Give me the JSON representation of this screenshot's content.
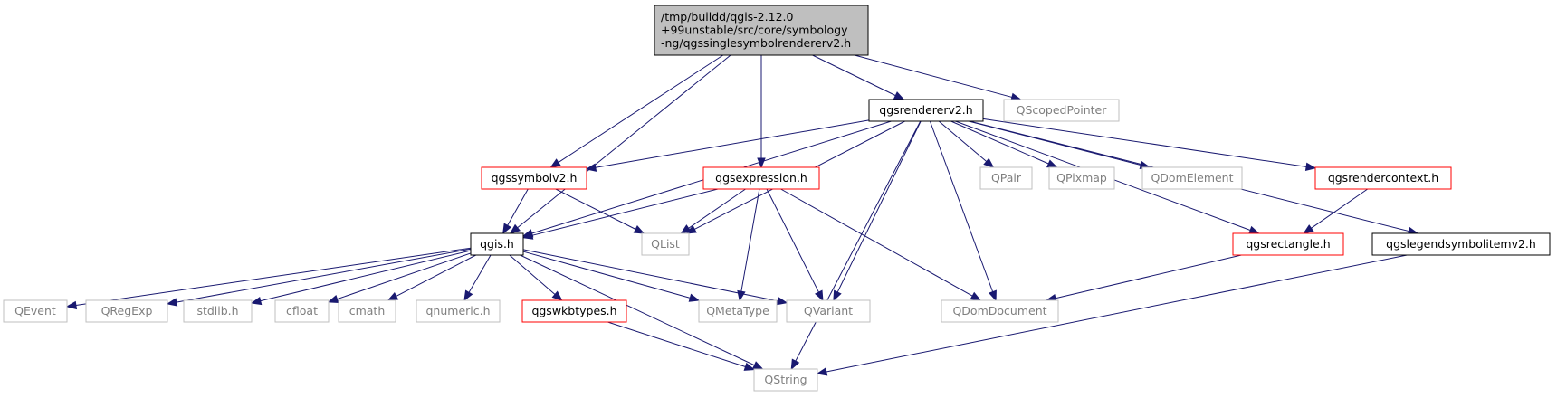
{
  "graph": {
    "edge_color": "#191970",
    "nodes": [
      {
        "id": "root",
        "label": "/tmp/buildd/qgis-2.12.0\n+99unstable/src/core/symbology\n-ng/qgssinglesymbolrendererv2.h",
        "style": "root"
      },
      {
        "id": "qgsrendererv2",
        "label": "qgsrendererv2.h",
        "style": "black"
      },
      {
        "id": "qscopedpointer",
        "label": "QScopedPointer",
        "style": "gray"
      },
      {
        "id": "qgssymbolv2",
        "label": "qgssymbolv2.h",
        "style": "red"
      },
      {
        "id": "qgsexpression",
        "label": "qgsexpression.h",
        "style": "red"
      },
      {
        "id": "qpair",
        "label": "QPair",
        "style": "gray"
      },
      {
        "id": "qpixmap",
        "label": "QPixmap",
        "style": "gray"
      },
      {
        "id": "qdomelement",
        "label": "QDomElement",
        "style": "gray"
      },
      {
        "id": "qgsrendercontext",
        "label": "qgsrendercontext.h",
        "style": "red"
      },
      {
        "id": "qgis",
        "label": "qgis.h",
        "style": "black"
      },
      {
        "id": "qlist",
        "label": "QList",
        "style": "gray"
      },
      {
        "id": "qgsrectangle",
        "label": "qgsrectangle.h",
        "style": "red"
      },
      {
        "id": "qgslegendsymbolitemv2",
        "label": "qgslegendsymbolitemv2.h",
        "style": "black"
      },
      {
        "id": "qevent",
        "label": "QEvent",
        "style": "gray"
      },
      {
        "id": "qregexp",
        "label": "QRegExp",
        "style": "gray"
      },
      {
        "id": "stdlib",
        "label": "stdlib.h",
        "style": "gray"
      },
      {
        "id": "cfloat",
        "label": "cfloat",
        "style": "gray"
      },
      {
        "id": "cmath",
        "label": "cmath",
        "style": "gray"
      },
      {
        "id": "qnumeric",
        "label": "qnumeric.h",
        "style": "gray"
      },
      {
        "id": "qgswkbtypes",
        "label": "qgswkbtypes.h",
        "style": "red"
      },
      {
        "id": "qmetatype",
        "label": "QMetaType",
        "style": "gray"
      },
      {
        "id": "qvariant",
        "label": "QVariant",
        "style": "gray"
      },
      {
        "id": "qdomdocument",
        "label": "QDomDocument",
        "style": "gray"
      },
      {
        "id": "qstring",
        "label": "QString",
        "style": "gray"
      }
    ],
    "edges": [
      [
        "root",
        "qgsrendererv2"
      ],
      [
        "root",
        "qscopedpointer"
      ],
      [
        "root",
        "qgssymbolv2"
      ],
      [
        "root",
        "qgsexpression"
      ],
      [
        "root",
        "qgis"
      ],
      [
        "qgsrendererv2",
        "qgssymbolv2"
      ],
      [
        "qgsrendererv2",
        "qgis"
      ],
      [
        "qgsrendererv2",
        "qlist"
      ],
      [
        "qgsrendererv2",
        "qvariant"
      ],
      [
        "qgsrendererv2",
        "qdomdocument"
      ],
      [
        "qgsrendererv2",
        "qstring"
      ],
      [
        "qgsrendererv2",
        "qpair"
      ],
      [
        "qgsrendererv2",
        "qpixmap"
      ],
      [
        "qgsrendererv2",
        "qdomelement"
      ],
      [
        "qgsrendererv2",
        "qgsrectangle"
      ],
      [
        "qgsrendererv2",
        "qgsrendercontext"
      ],
      [
        "qgsrendererv2",
        "qgslegendsymbolitemv2"
      ],
      [
        "qgssymbolv2",
        "qgis"
      ],
      [
        "qgssymbolv2",
        "qlist"
      ],
      [
        "qgsexpression",
        "qgis"
      ],
      [
        "qgsexpression",
        "qlist"
      ],
      [
        "qgsexpression",
        "qmetatype"
      ],
      [
        "qgsexpression",
        "qvariant"
      ],
      [
        "qgsexpression",
        "qdomdocument"
      ],
      [
        "qgsrendercontext",
        "qgsrectangle"
      ],
      [
        "qgsrectangle",
        "qdomdocument"
      ],
      [
        "qgslegendsymbolitemv2",
        "qstring"
      ],
      [
        "qgis",
        "qevent"
      ],
      [
        "qgis",
        "qregexp"
      ],
      [
        "qgis",
        "stdlib"
      ],
      [
        "qgis",
        "cfloat"
      ],
      [
        "qgis",
        "cmath"
      ],
      [
        "qgis",
        "qnumeric"
      ],
      [
        "qgis",
        "qgswkbtypes"
      ],
      [
        "qgis",
        "qmetatype"
      ],
      [
        "qgis",
        "qvariant"
      ],
      [
        "qgis",
        "qstring"
      ],
      [
        "qgswkbtypes",
        "qstring"
      ]
    ]
  }
}
